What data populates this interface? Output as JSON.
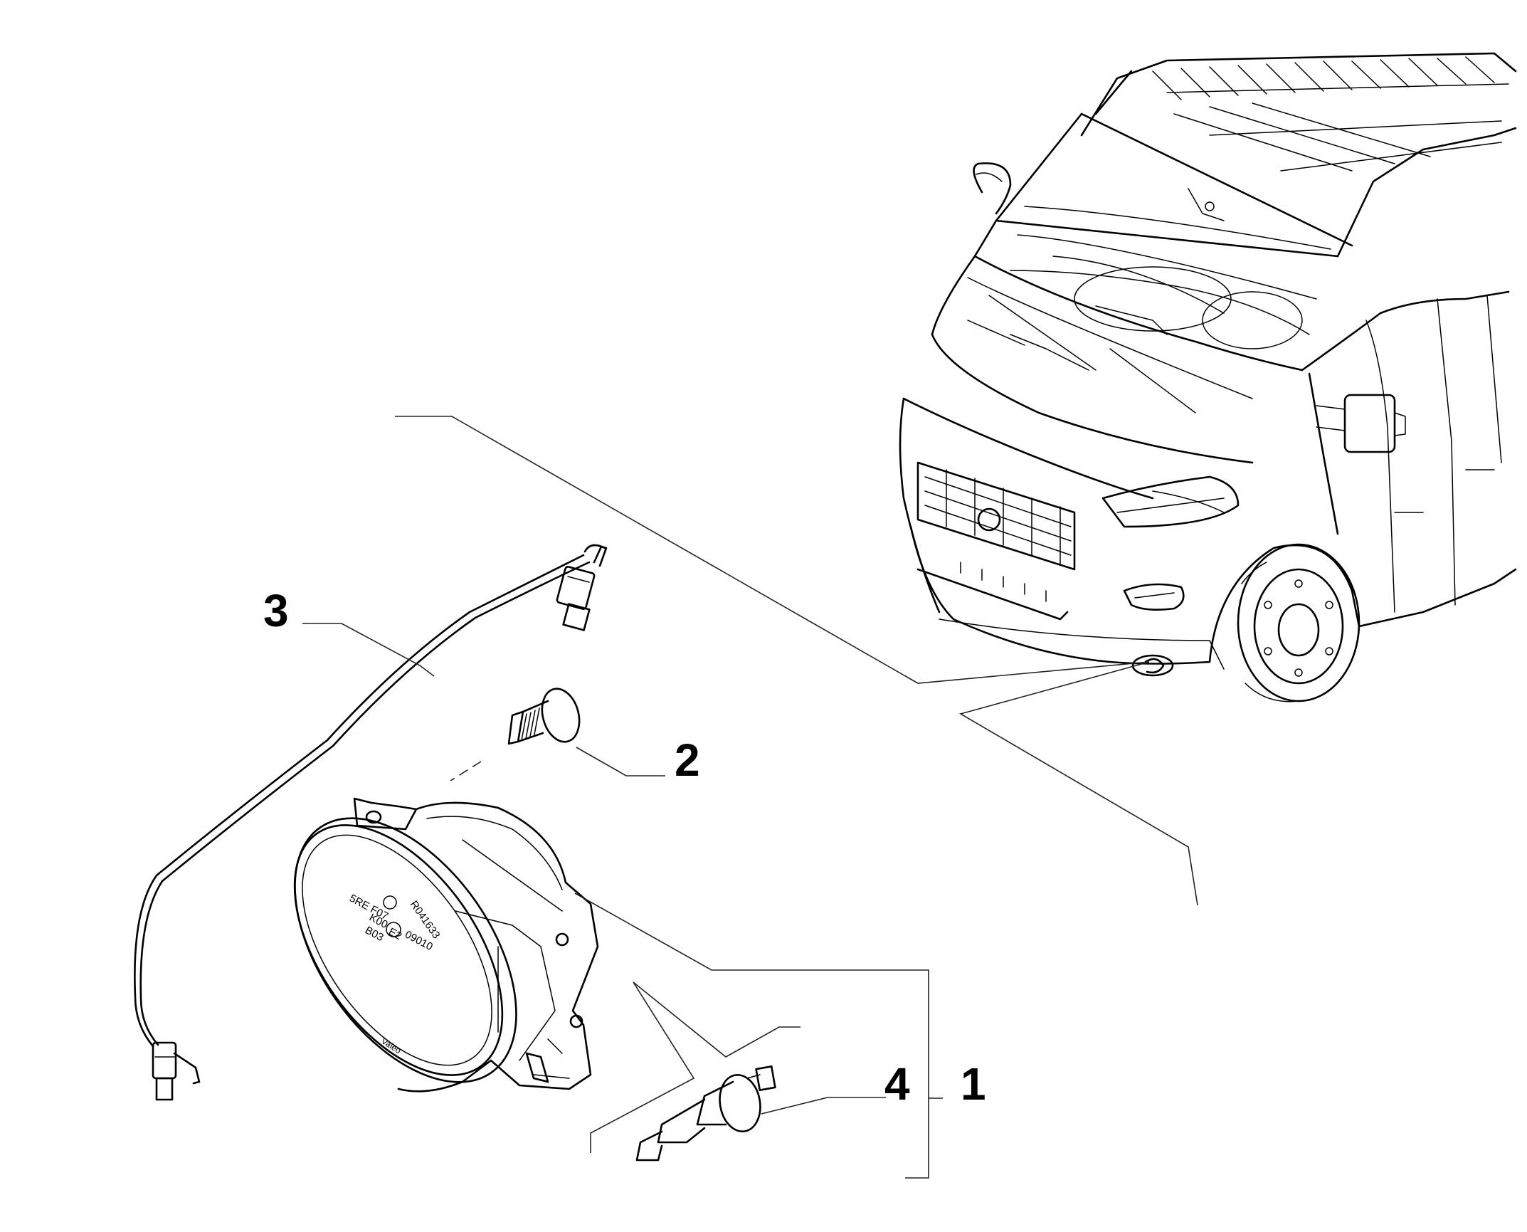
{
  "callouts": {
    "c1": "1",
    "c2": "2",
    "c3": "3",
    "c4": "4"
  },
  "lamp_markings": {
    "code": "5RE F07",
    "part_no": "R041633",
    "k_code": "K00",
    "b_code": "B03",
    "e_mark": "E2",
    "approval": "09010",
    "brand": "Valeo"
  },
  "colors": {
    "line": "#000000",
    "background": "#ffffff"
  }
}
